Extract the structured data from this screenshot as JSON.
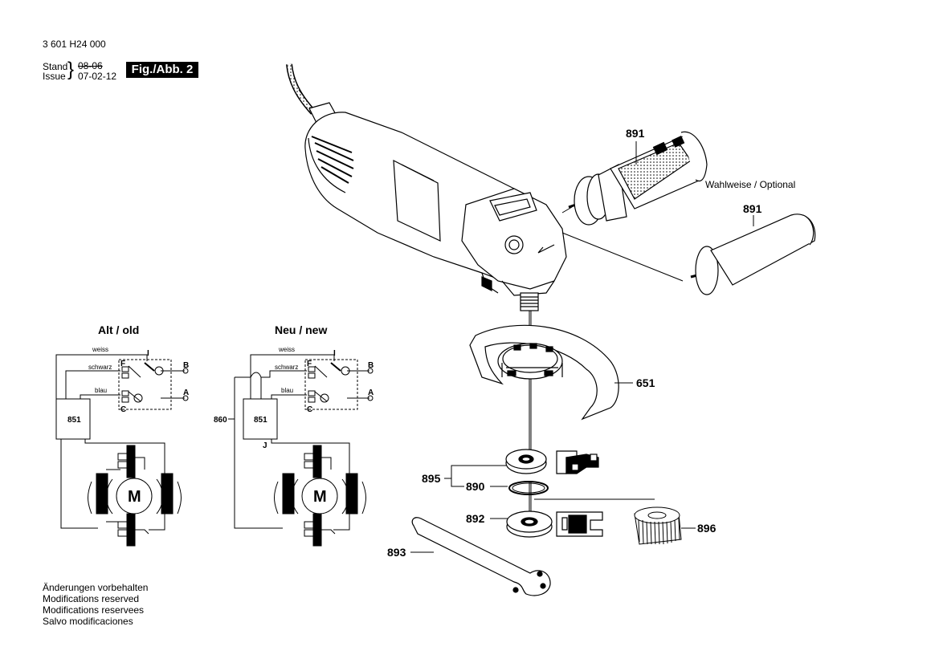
{
  "header": {
    "doc_number": "3 601 H24 000",
    "stand_label": "Stand",
    "issue_label": "Issue",
    "brace": "}",
    "old_date": "08-06",
    "new_date": "07-02-12",
    "fig_label": "Fig./Abb. 2"
  },
  "footer": {
    "lines": [
      "Änderungen vorbehalten",
      "Modifications reserved",
      "Modifications reservees",
      "Salvo modificaciones"
    ]
  },
  "parts": {
    "p891_top": "891",
    "p891_bottom": "891",
    "optional_label": "Wahlweise / Optional",
    "p651": "651",
    "p895": "895",
    "p890": "890",
    "p892": "892",
    "p896": "896",
    "p893": "893"
  },
  "wiring_old": {
    "title": "Alt / old",
    "weiss": "weiss",
    "schwarz": "schwarz",
    "blau": "blau",
    "I": "I",
    "F": "F",
    "C": "C",
    "B": "B",
    "A": "A",
    "box": "851",
    "motor": "M"
  },
  "wiring_new": {
    "title": "Neu / new",
    "weiss": "weiss",
    "schwarz": "schwarz",
    "blau": "blau",
    "I": "I",
    "F": "F",
    "C": "C",
    "B": "B",
    "A": "A",
    "box": "851",
    "side": "860",
    "J": "J",
    "motor": "M"
  }
}
